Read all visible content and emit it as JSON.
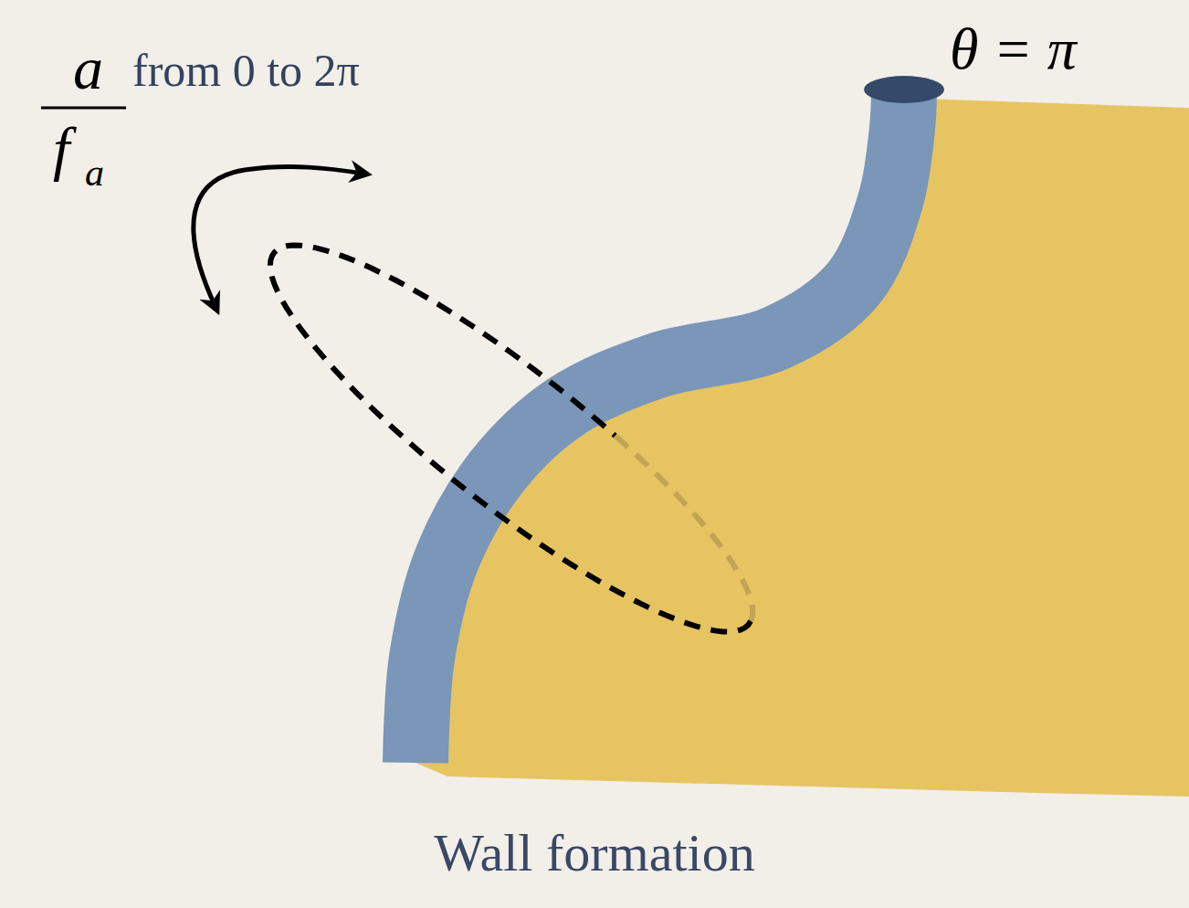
{
  "diagram": {
    "caption": "Wall formation",
    "labels": [
      "a",
      "f",
      "a",
      "from 0 to 2π",
      "θ = π"
    ]
  }
}
